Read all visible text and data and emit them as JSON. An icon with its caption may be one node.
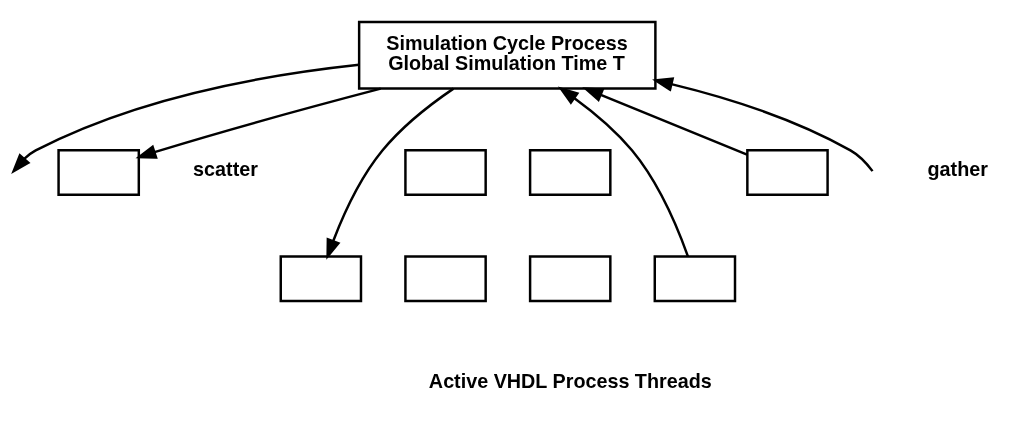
{
  "diagram": {
    "nodes": [
      {
        "text": [
          "Simulation Cycle Process",
          "Global Simulation Time T"
        ]
      },
      {
        "text": [],
        "shape": "box"
      },
      {
        "text": [],
        "shape": "box"
      },
      {
        "text": [],
        "shape": "box"
      },
      {
        "text": [],
        "shape": "box"
      },
      {
        "text": [],
        "shape": "box"
      },
      {
        "text": [],
        "shape": "box"
      },
      {
        "text": [],
        "shape": "box"
      },
      {
        "text": [],
        "shape": "box"
      }
    ],
    "edges": [
      {
        "from": 0,
        "to": 1,
        "arrow": "to"
      },
      {
        "from": 0,
        "to": null,
        "arrow": "to"
      },
      {
        "from": 0,
        "to": 5,
        "arrow": "to"
      },
      {
        "from": 4,
        "to": 0,
        "arrow": "to"
      },
      {
        "from": null,
        "to": 0,
        "arrow": "to"
      },
      {
        "from": 8,
        "to": 0,
        "arrow": "to"
      }
    ],
    "labels": [
      "scatter",
      "gather",
      "Active VHDL Process Threads"
    ]
  }
}
